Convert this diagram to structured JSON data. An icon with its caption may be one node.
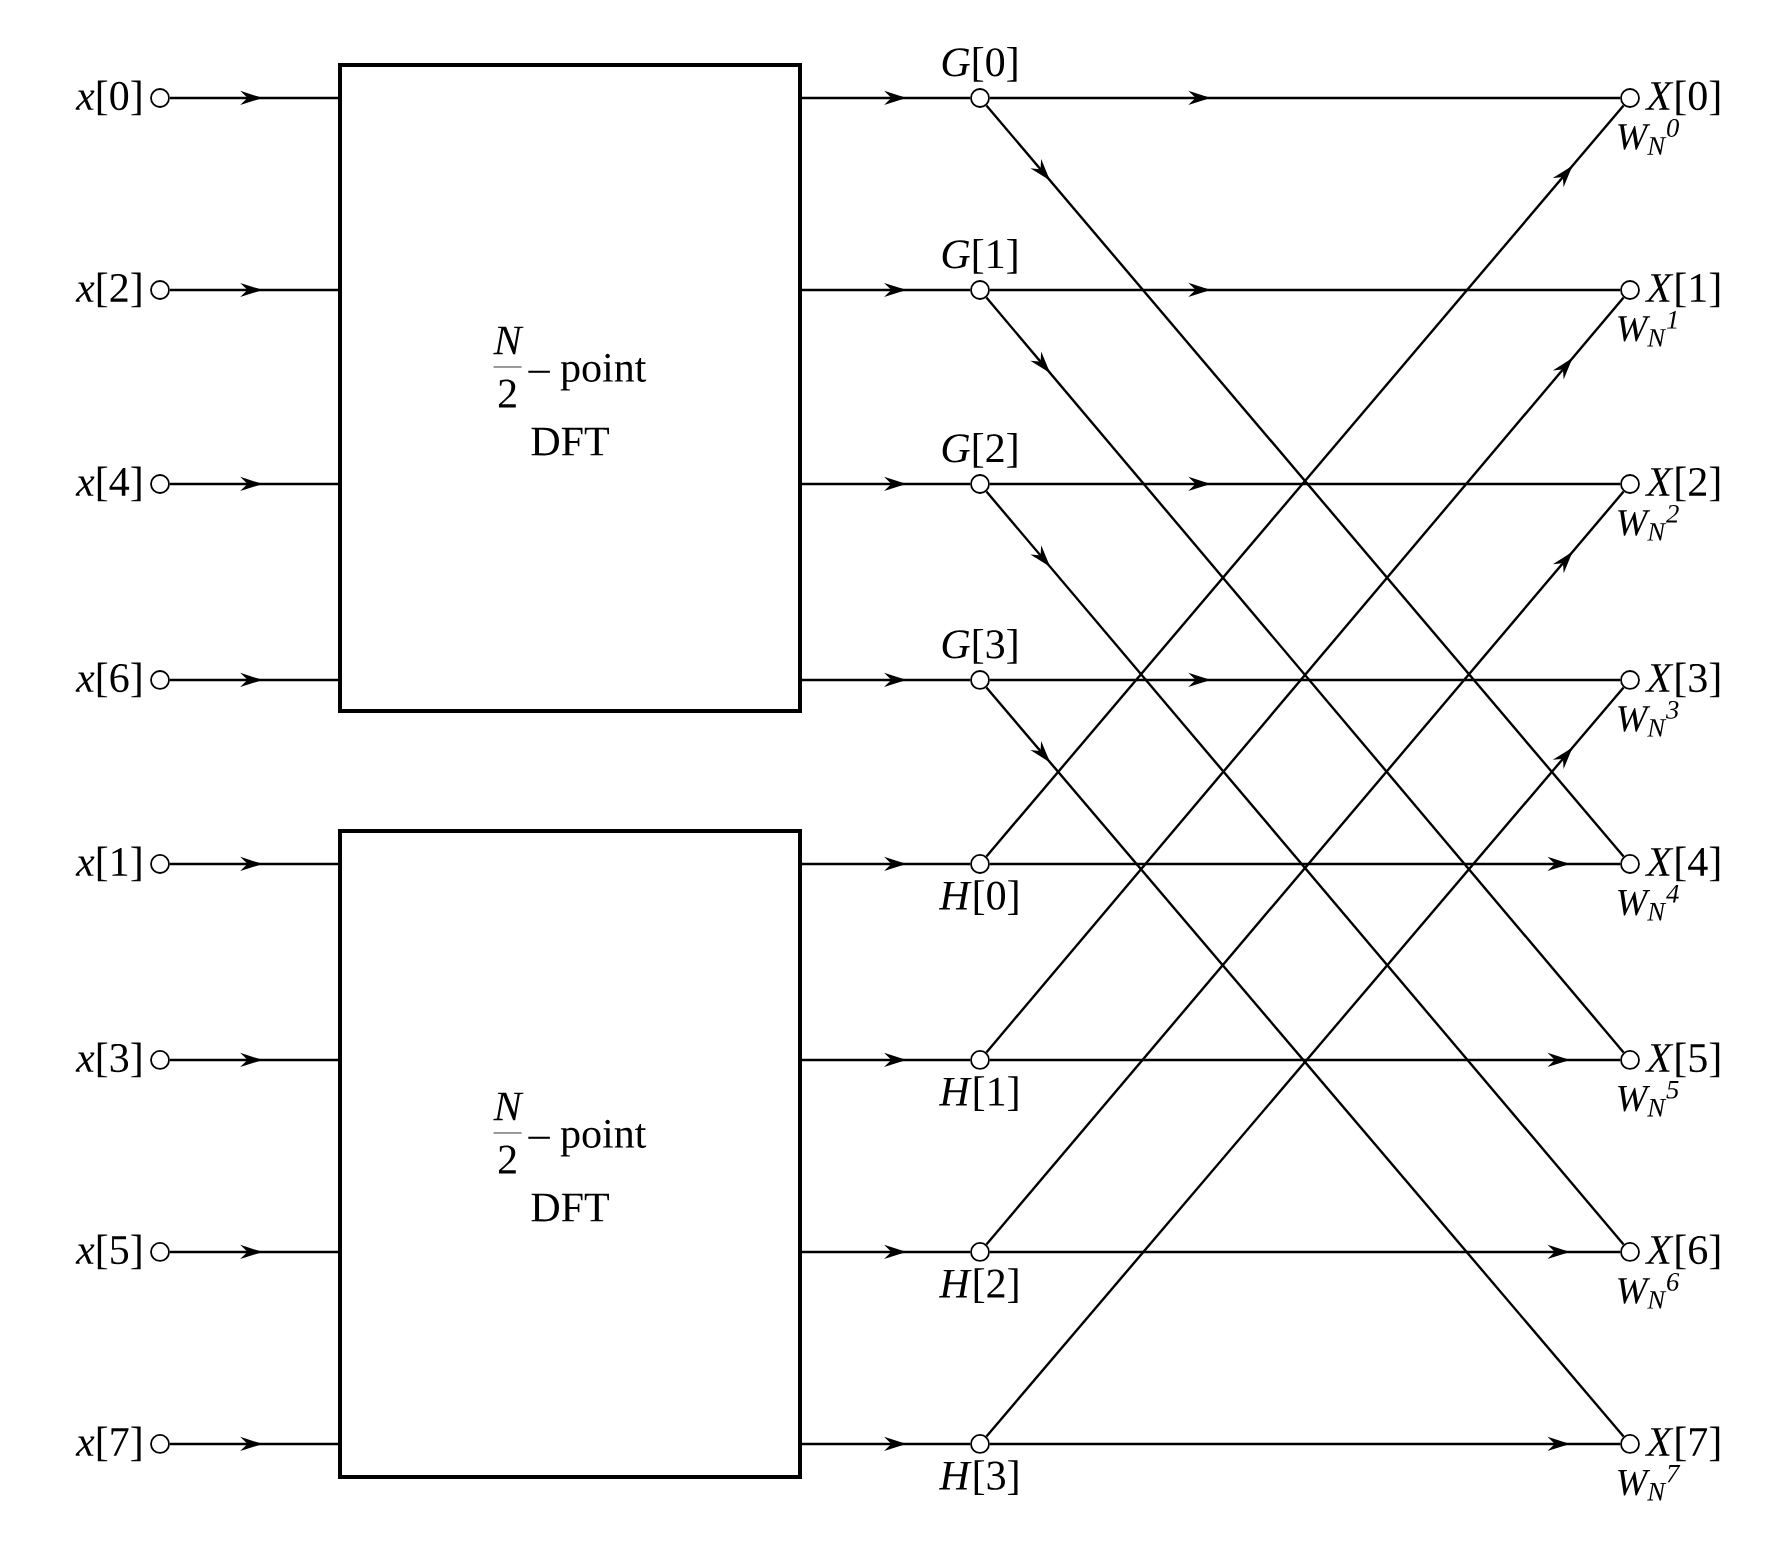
{
  "diagram": {
    "nodes": [
      {
        "text": [
          "*x*[0]"
        ]
      },
      {
        "text": [
          "*x*[2]"
        ]
      },
      {
        "text": [
          "*x*[4]"
        ]
      },
      {
        "text": [
          "*x*[6]"
        ]
      },
      {
        "text": [
          "*x*[1]"
        ]
      },
      {
        "text": [
          "*x*[3]"
        ]
      },
      {
        "text": [
          "*x*[5]"
        ]
      },
      {
        "text": [
          "*x*[7]"
        ]
      },
      {
        "text": [
          "N",
          "2",
          "– point",
          "DFT"
        ]
      },
      {
        "text": [
          "N",
          "2",
          "– point",
          "DFT"
        ]
      },
      {
        "text": [
          "*G*[0]"
        ]
      },
      {
        "text": [
          "*G*[1]"
        ]
      },
      {
        "text": [
          "*G*[2]"
        ]
      },
      {
        "text": [
          "*G*[3]"
        ]
      },
      {
        "text": [
          "*H*[0]"
        ]
      },
      {
        "text": [
          "*H*[1]"
        ]
      },
      {
        "text": [
          "*H*[2]"
        ]
      },
      {
        "text": [
          "*H*[3]"
        ]
      },
      {
        "text": [
          "*X*[0]"
        ],
        "beside": [
          "W$_{N}$$^{0}$"
        ]
      },
      {
        "text": [
          "*X*[1]"
        ],
        "beside": [
          "W$_{N}$$^{1}$"
        ]
      },
      {
        "text": [
          "*X*[2]"
        ],
        "beside": [
          "W$_{N}$$^{2}$"
        ]
      },
      {
        "text": [
          "*X*[3]"
        ],
        "beside": [
          "W$_{N}$$^{3}$"
        ]
      },
      {
        "text": [
          "*X*[4]"
        ],
        "beside": [
          "W$_{N}$$^{4}$"
        ]
      },
      {
        "text": [
          "*X*[5]"
        ],
        "beside": [
          "W$_{N}$$^{5}$"
        ]
      },
      {
        "text": [
          "*X*[6]"
        ],
        "beside": [
          "W$_{N}$$^{6}$"
        ]
      },
      {
        "text": [
          "*X*[7]"
        ],
        "beside": [
          "W$_{N}$$^{7}$"
        ]
      }
    ],
    "edges": [
      {
        "from": 0,
        "to": 8,
        "arrow": "to"
      },
      {
        "from": 1,
        "to": 8,
        "arrow": "to"
      },
      {
        "from": 2,
        "to": 8,
        "arrow": "to"
      },
      {
        "from": 3,
        "to": 8,
        "arrow": "to"
      },
      {
        "from": 4,
        "to": 9,
        "arrow": "to"
      },
      {
        "from": 5,
        "to": 9,
        "arrow": "to"
      },
      {
        "from": 6,
        "to": 9,
        "arrow": "to"
      },
      {
        "from": 7,
        "to": 9,
        "arrow": "to"
      },
      {
        "from": 8,
        "to": 10,
        "arrow": "to"
      },
      {
        "from": 8,
        "to": 11,
        "arrow": "to"
      },
      {
        "from": 8,
        "to": 12,
        "arrow": "to"
      },
      {
        "from": 8,
        "to": 13,
        "arrow": "to"
      },
      {
        "from": 9,
        "to": 14,
        "arrow": "to"
      },
      {
        "from": 9,
        "to": 15,
        "arrow": "to"
      },
      {
        "from": 9,
        "to": 16,
        "arrow": "to"
      },
      {
        "from": 9,
        "to": 17,
        "arrow": "to"
      },
      {
        "from": 10,
        "to": 18,
        "arrow": "to"
      },
      {
        "from": 10,
        "to": 22,
        "arrow": "to"
      },
      {
        "from": 11,
        "to": 19,
        "arrow": "to"
      },
      {
        "from": 11,
        "to": 23,
        "arrow": "to"
      },
      {
        "from": 12,
        "to": 20,
        "arrow": "to"
      },
      {
        "from": 12,
        "to": 24,
        "arrow": "to"
      },
      {
        "from": 13,
        "to": 21,
        "arrow": "to"
      },
      {
        "from": 13,
        "to": 25,
        "arrow": "to"
      },
      {
        "from": 14,
        "to": 18,
        "arrow": "to"
      },
      {
        "from": 14,
        "to": 22,
        "arrow": "to"
      },
      {
        "from": 15,
        "to": 19,
        "arrow": "to"
      },
      {
        "from": 15,
        "to": 23,
        "arrow": "to"
      },
      {
        "from": 16,
        "to": 20,
        "arrow": "to"
      },
      {
        "from": 16,
        "to": 24,
        "arrow": "to"
      },
      {
        "from": 17,
        "to": 21,
        "arrow": "to"
      },
      {
        "from": 17,
        "to": 25,
        "arrow": "to"
      }
    ]
  }
}
